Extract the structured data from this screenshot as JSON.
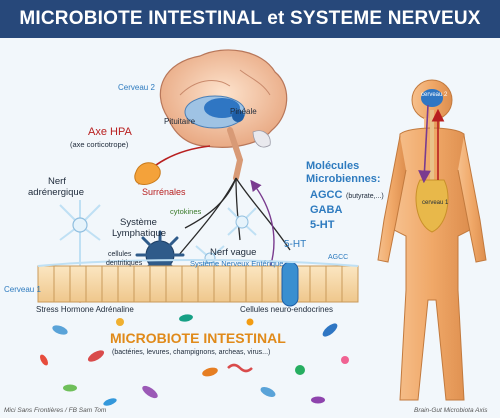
{
  "title": "MICROBIOTE INTESTINAL et SYSTEME NERVEUX",
  "labels": {
    "cerveau2": "Cerveau 2",
    "pituitaire": "Pituitaire",
    "pineale": "Pinéale",
    "axe_hpa": "Axe HPA",
    "axe_hpa_sub": "(axe corticotrope)",
    "surrenales": "Surrénales",
    "nerf_adrenergique_1": "Nerf",
    "nerf_adrenergique_2": "adrénergique",
    "systeme_lymphatique_1": "Système",
    "systeme_lymphatique_2": "Lymphatique",
    "cytokines": "cytokines",
    "cellules_dendritiques_1": "cellules",
    "cellules_dendritiques_2": "dentritiques",
    "nerf_vague": "Nerf vague",
    "systeme_nerveux_enterique": "Système Nerveux Entérique",
    "molecules_1": "Molécules",
    "molecules_2": "Microbiennes:",
    "agcc": "AGCC",
    "agcc_note": "(butyrate,...)",
    "gaba": "GABA",
    "five_ht": "5-HT",
    "five_ht_small": "5-HT",
    "agcc_small": "AGCC",
    "cerveau1": "Cerveau 1",
    "stress_hormone": "Stress Hormone Adrénaline",
    "cellules_neuro": "Cellules neuro-endocrines",
    "microbiote_title": "MICROBIOTE INTESTINAL",
    "microbiote_sub": "(bactéries, levures, champignons, archeas, virus...)",
    "body_cerveau2": "cerveau 2",
    "body_cerveau1": "cerveau 1"
  },
  "footer": {
    "left": "Mici Sans Frontières / FB Sam Tom",
    "right": "Brain-Gut Microbiota Axis"
  },
  "colors": {
    "title_bg": "#27487a",
    "accent_blue": "#2e7bbf",
    "accent_red": "#b82020",
    "skin": "#f0a868",
    "gut_cells": "#f6d9a8"
  }
}
